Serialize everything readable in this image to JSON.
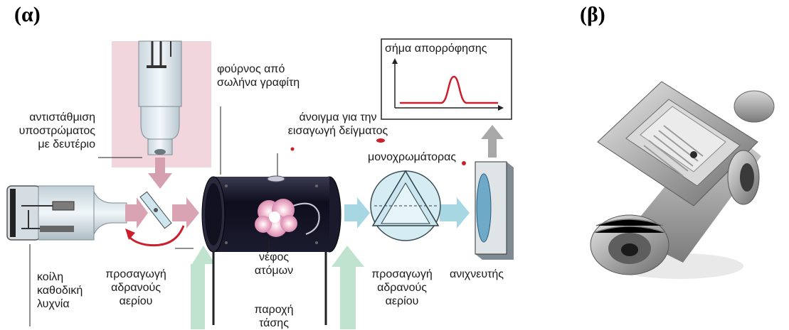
{
  "panels": {
    "a": "(α)",
    "b": "(β)"
  },
  "labels": {
    "furnace": "φούρνος από\nσωλήνα γραφίτη",
    "correction": "αντιστάθμιση\nυποστρώματος\nμε δευτέριο",
    "opening": "άνοιγμα για την\nεισαγωγή δείγματος",
    "absorption_signal": "σήμα απορρόφησης",
    "monochromator": "μονοχρωμάτορας",
    "lamp": "κοίλη\nκαθοδική\nλυχνία",
    "gas_left": "προσαγωγή\nαδρανούς\nαερίου",
    "atom_cloud": "νέφος\nατόμων",
    "voltage": "παροχή\nτάσης",
    "gas_right": "προσαγωγή\nαδρανούς\nαερίου",
    "detector": "ανιχνευτής"
  },
  "colors": {
    "pink_beam": "#d9a3b3",
    "blue_beam": "#a6d7e3",
    "green_arrow": "#bfe3cf",
    "gray_arrow": "#a8a8a8",
    "signal_line": "#cc1f2b",
    "furnace_body": "#121225"
  }
}
